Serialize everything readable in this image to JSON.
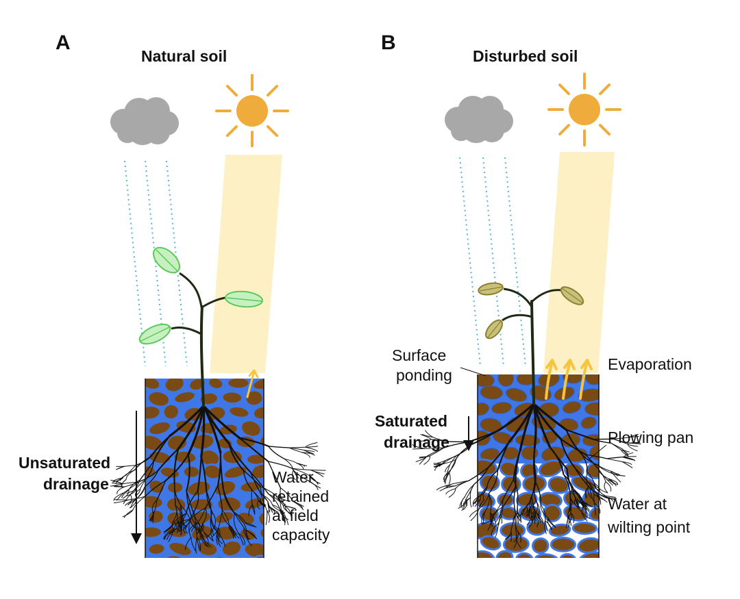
{
  "panel_a": {
    "letter": "A",
    "title": "Natural soil",
    "drainage_line1": "Unsaturated",
    "drainage_line2": "drainage",
    "water_line1": "Water",
    "water_line2": "retained",
    "water_line3": "at field",
    "water_line4": "capacity"
  },
  "panel_b": {
    "letter": "B",
    "title": "Disturbed soil",
    "ponding_line1": "Surface",
    "ponding_line2": "ponding",
    "evaporation": "Evaporation",
    "drainage_line1": "Saturated",
    "drainage_line2": "drainage",
    "plowing_pan": "Plowing pan",
    "water_line1": "Water at",
    "water_line2": "wilting point"
  },
  "colors": {
    "soil": "#7a4a14",
    "water": "#3f78e6",
    "sun": "#f0ac3a",
    "sunlight_beam": "#fdf0c4",
    "cloud": "#a8a8a8",
    "rain": "#4fb3d9",
    "healthy_leaf": "#7cd67a",
    "wilted_leaf": "#a39a4a",
    "stem": "#1f2a14",
    "root": "#111111",
    "evaporation_arrow": "#f5c542"
  }
}
